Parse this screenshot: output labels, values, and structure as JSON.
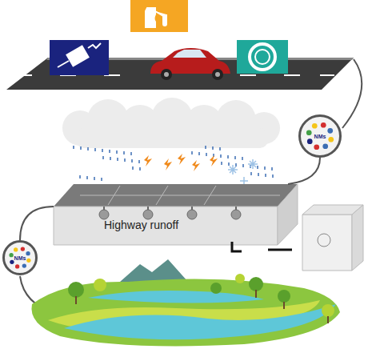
{
  "diagram": {
    "nodes": [
      {
        "text": [
          "NMs"
        ]
      },
      {
        "text": [
          "Highway runoff"
        ]
      },
      {
        "text": [
          "NMs"
        ]
      }
    ],
    "edges": [
      {
        "from": 0,
        "to": 1,
        "arrow": "none"
      },
      {
        "from": 1,
        "to": 2,
        "arrow": "none"
      }
    ]
  }
}
